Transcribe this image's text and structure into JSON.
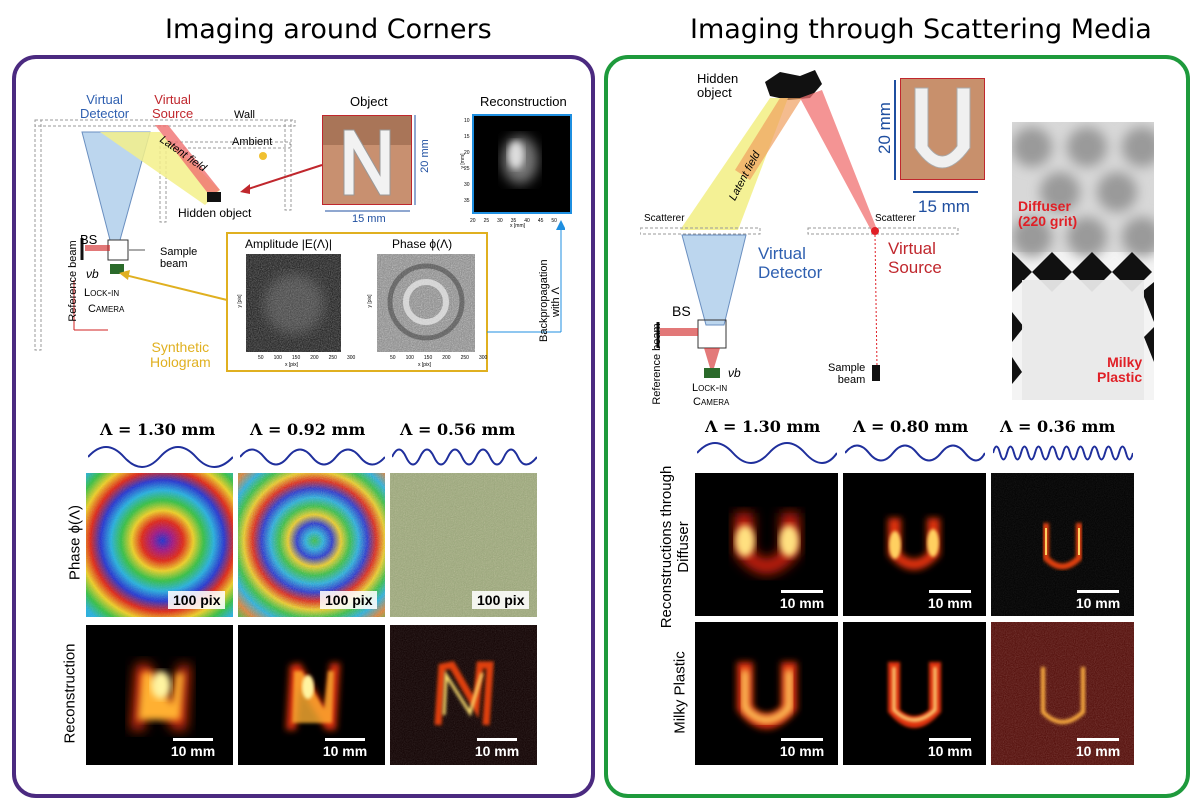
{
  "left": {
    "title": "Imaging around Corners",
    "title_color": "#5b2a86",
    "virtual_detector": "Virtual\nDetector",
    "virtual_source": "Virtual\nSource",
    "wall": "Wall",
    "ambient": "Ambient",
    "latent_field": "Latent field",
    "hidden_object": "Hidden object",
    "object_title": "Object",
    "object_height": "20 mm",
    "object_width": "15 mm",
    "reconstruction_title": "Reconstruction",
    "bs": "BS",
    "nu_b": "νb",
    "lockin": "Lock-in",
    "camera": "Camera",
    "reference_beam": "Reference beam",
    "sample_beam": "Sample\nbeam",
    "synthetic_hologram": "Synthetic\nHologram",
    "amplitude_title": "Amplitude |E(Λ)|",
    "phase_title": "Phase ϕ(Λ)",
    "backprop": "Backpropagation\nwith Λ",
    "lambdas": [
      "Λ = 1.30 mm",
      "Λ = 0.92 mm",
      "Λ = 0.56 mm"
    ],
    "row_phase_label": "Phase ϕ(Λ)",
    "row_recon_label": "Reconstruction",
    "pix_label": "100 pix",
    "scale_label": "10 mm"
  },
  "right": {
    "title": "Imaging through Scattering Media",
    "title_color": "#1e9a3c",
    "hidden_object": "Hidden\nobject",
    "latent_field": "Latent field",
    "object_height": "20 mm",
    "object_width": "15 mm",
    "scatterer_left": "Scatterer",
    "scatterer_right": "Scatterer",
    "virtual_detector": "Virtual\nDetector",
    "virtual_source": "Virtual\nSource",
    "bs": "BS",
    "nu_b": "νb",
    "lockin": "Lock-in",
    "camera": "Camera",
    "reference_beam": "Reference beam",
    "sample_beam": "Sample\nbeam",
    "diffuser_label": "Diffuser\n(220 grit)",
    "milky_label": "Milky\nPlastic",
    "lambdas": [
      "Λ = 1.30 mm",
      "Λ = 0.80 mm",
      "Λ = 0.36 mm"
    ],
    "row1_label": "Reconstructions through\nDiffuser",
    "row2_label": "Milky Plastic",
    "scale_label": "10 mm"
  },
  "colors": {
    "left_border": "#4b2a80",
    "right_border": "#1e9a3c",
    "lambda_wave": "#1f2f9c",
    "virtual_detector": "#2e5fb0",
    "virtual_source": "#c0272d",
    "hologram": "#e0b020",
    "diffuser_text": "#e01f26"
  },
  "axis": {
    "amp_ticks": [
      "50",
      "100",
      "150",
      "200",
      "250",
      "300"
    ],
    "phase_ticks": [
      "50",
      "100",
      "150",
      "200",
      "250",
      "300"
    ],
    "recon_xticks": [
      "20",
      "25",
      "30",
      "35",
      "40",
      "45",
      "50"
    ],
    "recon_yticks": [
      "10",
      "15",
      "20",
      "25",
      "30",
      "35"
    ],
    "x_pix": "x [pix]",
    "y_pix": "y [pix]",
    "x_mm": "x [mm]",
    "y_mm": "y [mm]"
  }
}
